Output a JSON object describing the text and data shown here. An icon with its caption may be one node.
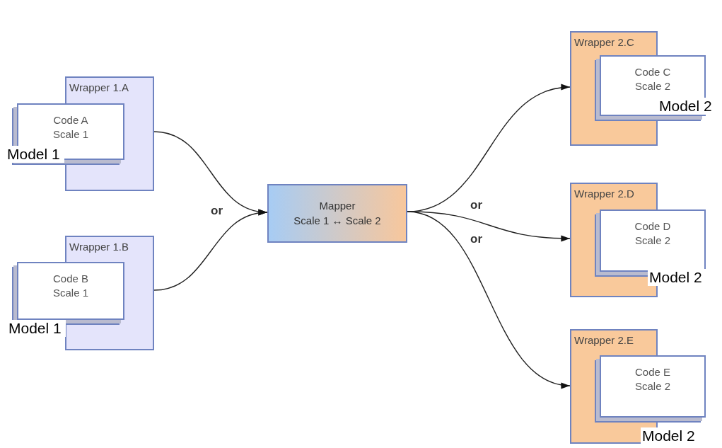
{
  "diagram": {
    "nodes": [
      {
        "text": [
          "Wrapper 1.A"
        ]
      },
      {
        "text": [
          "Code A Scale 1",
          "Model 1"
        ]
      },
      {
        "text": [
          "Wrapper 1.B"
        ]
      },
      {
        "text": [
          "Code B Scale 1",
          "Model 1"
        ]
      },
      {
        "text": [
          "Mapper",
          "Scale 1 ↔ Scale 2"
        ]
      },
      {
        "text": [
          "Wrapper 2.C"
        ]
      },
      {
        "text": [
          "Code C Scale 2",
          "Model 2"
        ]
      },
      {
        "text": [
          "Wrapper 2.D"
        ]
      },
      {
        "text": [
          "Code D Scale 2",
          "Model 2"
        ]
      },
      {
        "text": [
          "Wrapper 2.E"
        ]
      },
      {
        "text": [
          "Code E Scale 2",
          "Model 2"
        ]
      }
    ],
    "edges": [
      {
        "from": 0,
        "to": 4,
        "arrow": "to"
      },
      {
        "from": 2,
        "to": 4,
        "arrow": "to"
      },
      {
        "from": 4,
        "to": 5,
        "arrow": "to"
      },
      {
        "from": 4,
        "to": 7,
        "arrow": "to"
      },
      {
        "from": 4,
        "to": 9,
        "arrow": "to"
      }
    ],
    "labels": [
      "or",
      "or",
      "or"
    ]
  }
}
